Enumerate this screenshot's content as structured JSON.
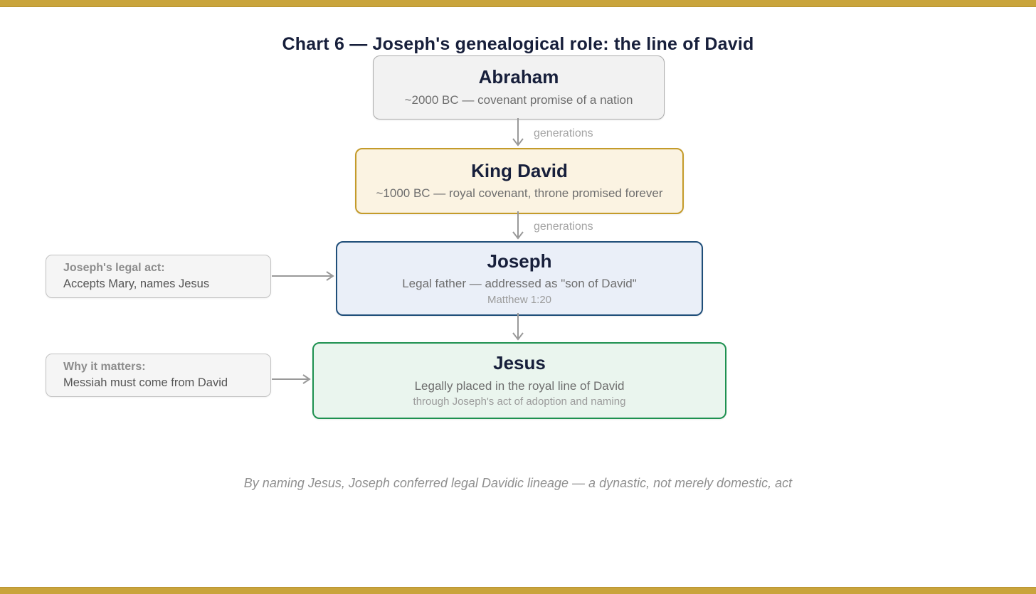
{
  "page": {
    "title": "Chart 6 — Joseph's genealogical role: the line of David",
    "footer": "By naming Jesus, Joseph conferred legal Davidic lineage — a dynastic, not merely domestic, act"
  },
  "flow": {
    "nodes": [
      {
        "id": "abraham",
        "title": "Abraham",
        "subtitle": "~2000 BC — covenant promise of a nation",
        "note": ""
      },
      {
        "id": "david",
        "title": "King David",
        "subtitle": "~1000 BC — royal covenant, throne promised forever",
        "note": ""
      },
      {
        "id": "joseph",
        "title": "Joseph",
        "subtitle": "Legal father — addressed as \"son of David\"",
        "note": "Matthew 1:20"
      },
      {
        "id": "jesus",
        "title": "Jesus",
        "subtitle": "Legally placed in the royal line of David",
        "note": "through Joseph's act of adoption and naming"
      }
    ],
    "edges": [
      {
        "from": "abraham",
        "to": "david",
        "label": "generations"
      },
      {
        "from": "david",
        "to": "joseph",
        "label": "generations"
      },
      {
        "from": "joseph",
        "to": "jesus",
        "label": ""
      }
    ]
  },
  "annotations": [
    {
      "heading": "Joseph's legal act:",
      "text": "Accepts Mary, names Jesus",
      "target": "joseph"
    },
    {
      "heading": "Why it matters:",
      "text": "Messiah must come from David",
      "target": "jesus"
    }
  ],
  "colors": {
    "accent_bar": "#C9A43C",
    "title_text": "#171F3B",
    "neutral_box_bg": "#F2F2F2",
    "neutral_box_border": "#ABABAB",
    "david_box_bg": "#FBF3E2",
    "david_box_border": "#C49B2A",
    "joseph_box_bg": "#EAEFF8",
    "joseph_box_border": "#1F4E79",
    "jesus_box_bg": "#EAF5EE",
    "jesus_box_border": "#1E9150",
    "muted_text": "#6E6E6E",
    "faint_text": "#9B9B9B",
    "arrow": "#999999"
  }
}
